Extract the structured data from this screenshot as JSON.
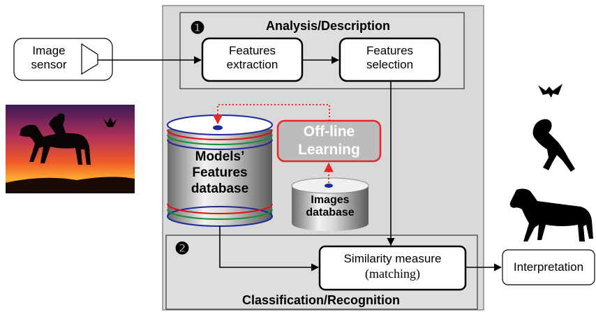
{
  "analysis": {
    "number": "❶",
    "title": "Analysis/Description"
  },
  "classification": {
    "number": "❷",
    "title": "Classification/Recognition"
  },
  "image_sensor": {
    "line1": "Image",
    "line2": "sensor"
  },
  "features_extraction": {
    "line1": "Features",
    "line2": "extraction"
  },
  "features_selection": {
    "line1": "Features",
    "line2": "selection"
  },
  "offline_learning": {
    "line1": "Off-line",
    "line2": "Learning"
  },
  "models_db": {
    "line1": "Models’",
    "line2": "Features",
    "line3": "database"
  },
  "images_db": {
    "line1": "Images",
    "line2": "database"
  },
  "similarity": {
    "line1": "Similarity measure",
    "line2": "(matching)"
  },
  "interpretation": {
    "label": "Interpretation"
  },
  "colors": {
    "panel": "#d9d9d9",
    "offline_red": "#e8262b",
    "cylinder_red": "#e01010",
    "cylinder_green": "#109030",
    "cylinder_blue": "#1a2a9a"
  }
}
